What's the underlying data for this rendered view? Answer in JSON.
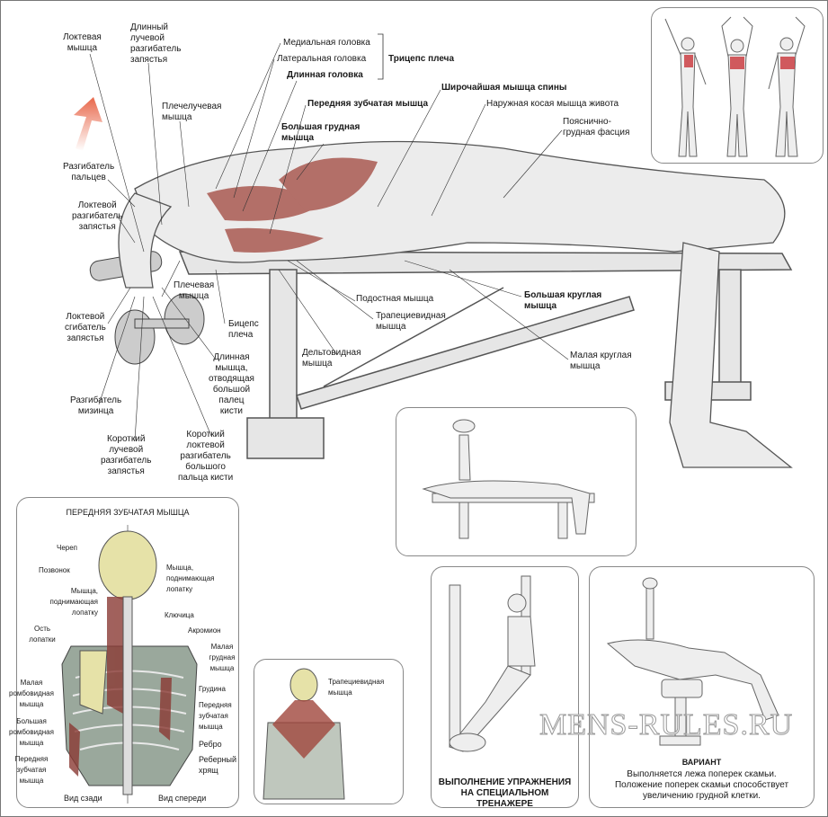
{
  "main_labels": [
    "Локтевая\nмышца",
    "Длинный\nлучевой\nразгибатель\nзапястья",
    "Плечелучевая\nмышца",
    "Медиальная головка",
    "Латеральная головка",
    "Длинная головка",
    "Трицепс плеча",
    "Передняя зубчатая мышца",
    "Широчайшая мышца спины",
    "Наружная косая мышца живота",
    "Большая грудная\nмышца",
    "Пояснично-\nгрудная фасция",
    "Разгибатель\nпальцев",
    "Локтевой\nразгибатель\nзапястья",
    "Плечевая\nмышца",
    "Подостная мышца",
    "Большая круглая\nмышца",
    "Локтевой\nсгибатель\nзапястья",
    "Бицепс\nплеча",
    "Трапециевидная\nмышца",
    "Дельтовидная\nмышца",
    "Малая круглая\nмышца",
    "Длинная\nмышца,\nотводящая\nбольшой\nпалец\nкисти",
    "Разгибатель\nмизинца",
    "Короткий\nлучевой\nразгибатель\nзапястья",
    "Короткий\nлоктевой\nразгибатель\nбольшого\nпальца кисти"
  ],
  "skeleton_panel": {
    "title": "ПЕРЕДНЯЯ ЗУБЧАТАЯ МЫШЦА",
    "labels": [
      "Череп",
      "Позвонок",
      "Мышца,\nподнимающая\nлопатку",
      "Ость\nлопатки",
      "Малая\nромбовидная\nмышца",
      "Большая\nромбовидная\nмышца",
      "Передняя\nзубчатая\nмышца",
      "Мышца,\nподнимающая\nлопатку",
      "Ключица",
      "Акромион",
      "Малая\nгрудная\nмышца",
      "Грудина",
      "Передняя\nзубчатая\nмышца",
      "Ребро",
      "Реберный\nхрящ"
    ],
    "view_back": "Вид сзади",
    "view_front": "Вид спереди"
  },
  "back_panel": {
    "label": "Трапециевидная\nмышца"
  },
  "machine_panel": {
    "caption": "ВЫПОЛНЕНИЕ УПРАЖНЕНИЯ\nНА СПЕЦИАЛЬНОМ ТРЕНАЖЕРЕ"
  },
  "variant_panel": {
    "title": "ВАРИАНТ",
    "text": "Выполняется лежа поперек скамьи.\nПоложение поперек скамьи способствует\nувеличению грудной клетки."
  },
  "watermark": "MENS-RULES.RU",
  "colors": {
    "muscle": "#a0463c",
    "arrow": "#e8674a",
    "sketch": "#777777"
  }
}
